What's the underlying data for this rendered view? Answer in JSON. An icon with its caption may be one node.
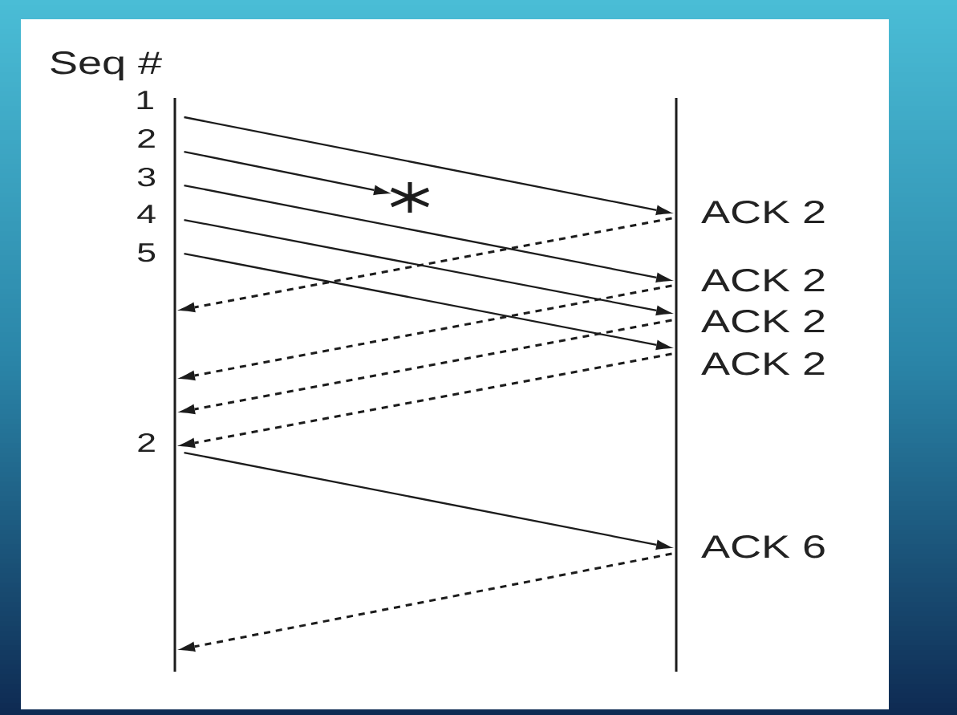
{
  "diagram": {
    "nodes": [
      {
        "text": [],
        "shape": "line",
        "beside": [
          "1",
          "2",
          "3",
          "4",
          "5",
          "2"
        ]
      },
      {
        "text": [],
        "shape": "line",
        "beside": [
          "ACK 2",
          "ACK 2",
          "ACK 2",
          "ACK 2",
          "ACK 6"
        ]
      },
      {
        "text": [],
        "shape": "asterisk"
      }
    ],
    "edges": [
      {
        "from": 0,
        "to": 1,
        "arrow": "to"
      },
      {
        "from": 0,
        "to": 2,
        "arrow": "to"
      },
      {
        "from": 0,
        "to": 1,
        "arrow": "to"
      },
      {
        "from": 1,
        "to": 0,
        "arrow": "to",
        "style": "dashed"
      },
      {
        "from": 0,
        "to": 1,
        "arrow": "to"
      },
      {
        "from": 0,
        "to": 1,
        "arrow": "to"
      },
      {
        "from": 1,
        "to": 0,
        "arrow": "to",
        "style": "dashed"
      },
      {
        "from": 1,
        "to": 0,
        "arrow": "to",
        "style": "dashed"
      },
      {
        "from": 1,
        "to": 0,
        "arrow": "to",
        "style": "dashed"
      },
      {
        "from": 0,
        "to": 1,
        "arrow": "to"
      },
      {
        "from": 1,
        "to": 0,
        "arrow": "to",
        "style": "dashed"
      }
    ],
    "labels": [
      "Seq #"
    ]
  }
}
